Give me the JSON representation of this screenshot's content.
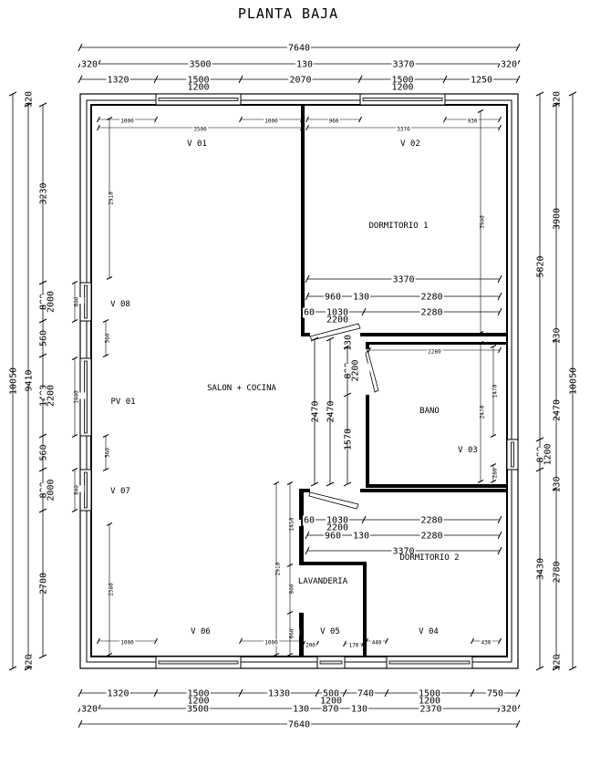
{
  "title": "PLANTA BAJA",
  "rooms": {
    "dormitorio1": "DORMITORIO 1",
    "salon": "SALON + COCINA",
    "bano": "BANO",
    "dormitorio2": "DORMITORIO 2",
    "lavanderia": "LAVANDERIA"
  },
  "windows": {
    "v01": "V 01",
    "v02": "V 02",
    "v03": "V 03",
    "v04": "V 04",
    "v05": "V 05",
    "v06": "V 06",
    "v07": "V 07",
    "v08": "V 08",
    "pv01": "PV 01"
  },
  "dims": {
    "top_overall": [
      "7640"
    ],
    "top_walls": [
      "320",
      "3500",
      "130",
      "3370",
      "320"
    ],
    "top_openings": [
      "1320",
      [
        "1500",
        "1200"
      ],
      "2070",
      [
        "1500",
        "1200"
      ],
      "1250"
    ],
    "bottom_openings": [
      "1320",
      [
        "1500",
        "1200"
      ],
      "1330",
      [
        "500",
        "1200"
      ],
      "740",
      [
        "1500",
        "1200"
      ],
      "750"
    ],
    "bottom_walls": [
      "320",
      "3500",
      "130",
      "870",
      "130",
      "2370",
      "320"
    ],
    "bottom_overall": [
      "7640"
    ],
    "left_overall": [
      "10050"
    ],
    "left_walls": [
      "320",
      "9410",
      "320"
    ],
    "left_openings": [
      "3230",
      [
        "800",
        "2000"
      ],
      "560",
      [
        "1400",
        "2200"
      ],
      "560",
      [
        "800",
        "2000"
      ],
      "2700"
    ],
    "right_openings": [
      "5820",
      [
        "800",
        "1200"
      ],
      "3430"
    ],
    "right_walls": [
      "320",
      "3900",
      "130",
      "2470",
      "130",
      "2780",
      "320"
    ],
    "right_overall": [
      "10050"
    ],
    "dorm1_total": [
      "3370"
    ],
    "dorm1_row1": [
      "960",
      "130",
      "2280"
    ],
    "dorm1_row2": [
      "60",
      [
        "1030",
        "2200"
      ],
      "2280"
    ],
    "dorm2_row2": [
      "60",
      [
        "1030",
        "2200"
      ],
      "2280"
    ],
    "dorm2_row1": [
      "960",
      "130",
      "2280"
    ],
    "dorm2_total": [
      "3370"
    ],
    "hall_a": [
      "2470"
    ],
    "hall_b": [
      "2470"
    ],
    "hall_c": [
      "130",
      [
        "800",
        "2200"
      ],
      "1570"
    ],
    "int_top_1000a": [
      "1000"
    ],
    "int_top_1000b": [
      "1000"
    ],
    "int_top_960": [
      "960"
    ],
    "int_top_930": [
      "930"
    ],
    "int_top_3500": [
      "3500"
    ],
    "int_top_3370": [
      "3370"
    ],
    "dorm1_height": [
      "3900"
    ],
    "bath_width": [
      "2280"
    ],
    "bath_height": [
      "2470"
    ],
    "bath_win_1470": [
      "1470"
    ],
    "bath_win_280": [
      "280"
    ],
    "salon_2910": [
      "2910"
    ],
    "salon_2380": [
      "2380"
    ],
    "lav_2910": [
      "2910"
    ],
    "lav_chain": [
      "1450",
      "800",
      "660"
    ],
    "left_win_800a": [
      "800"
    ],
    "left_win_560a": [
      "560"
    ],
    "left_win_1400": [
      "1400"
    ],
    "left_win_560b": [
      "560"
    ],
    "left_win_800b": [
      "800"
    ],
    "bot_1000a": [
      "1000"
    ],
    "bot_1000b": [
      "1000"
    ],
    "bot_200": [
      "200"
    ],
    "bot_170": [
      "170"
    ],
    "bot_440": [
      "440"
    ],
    "bot_430": [
      "430"
    ]
  }
}
